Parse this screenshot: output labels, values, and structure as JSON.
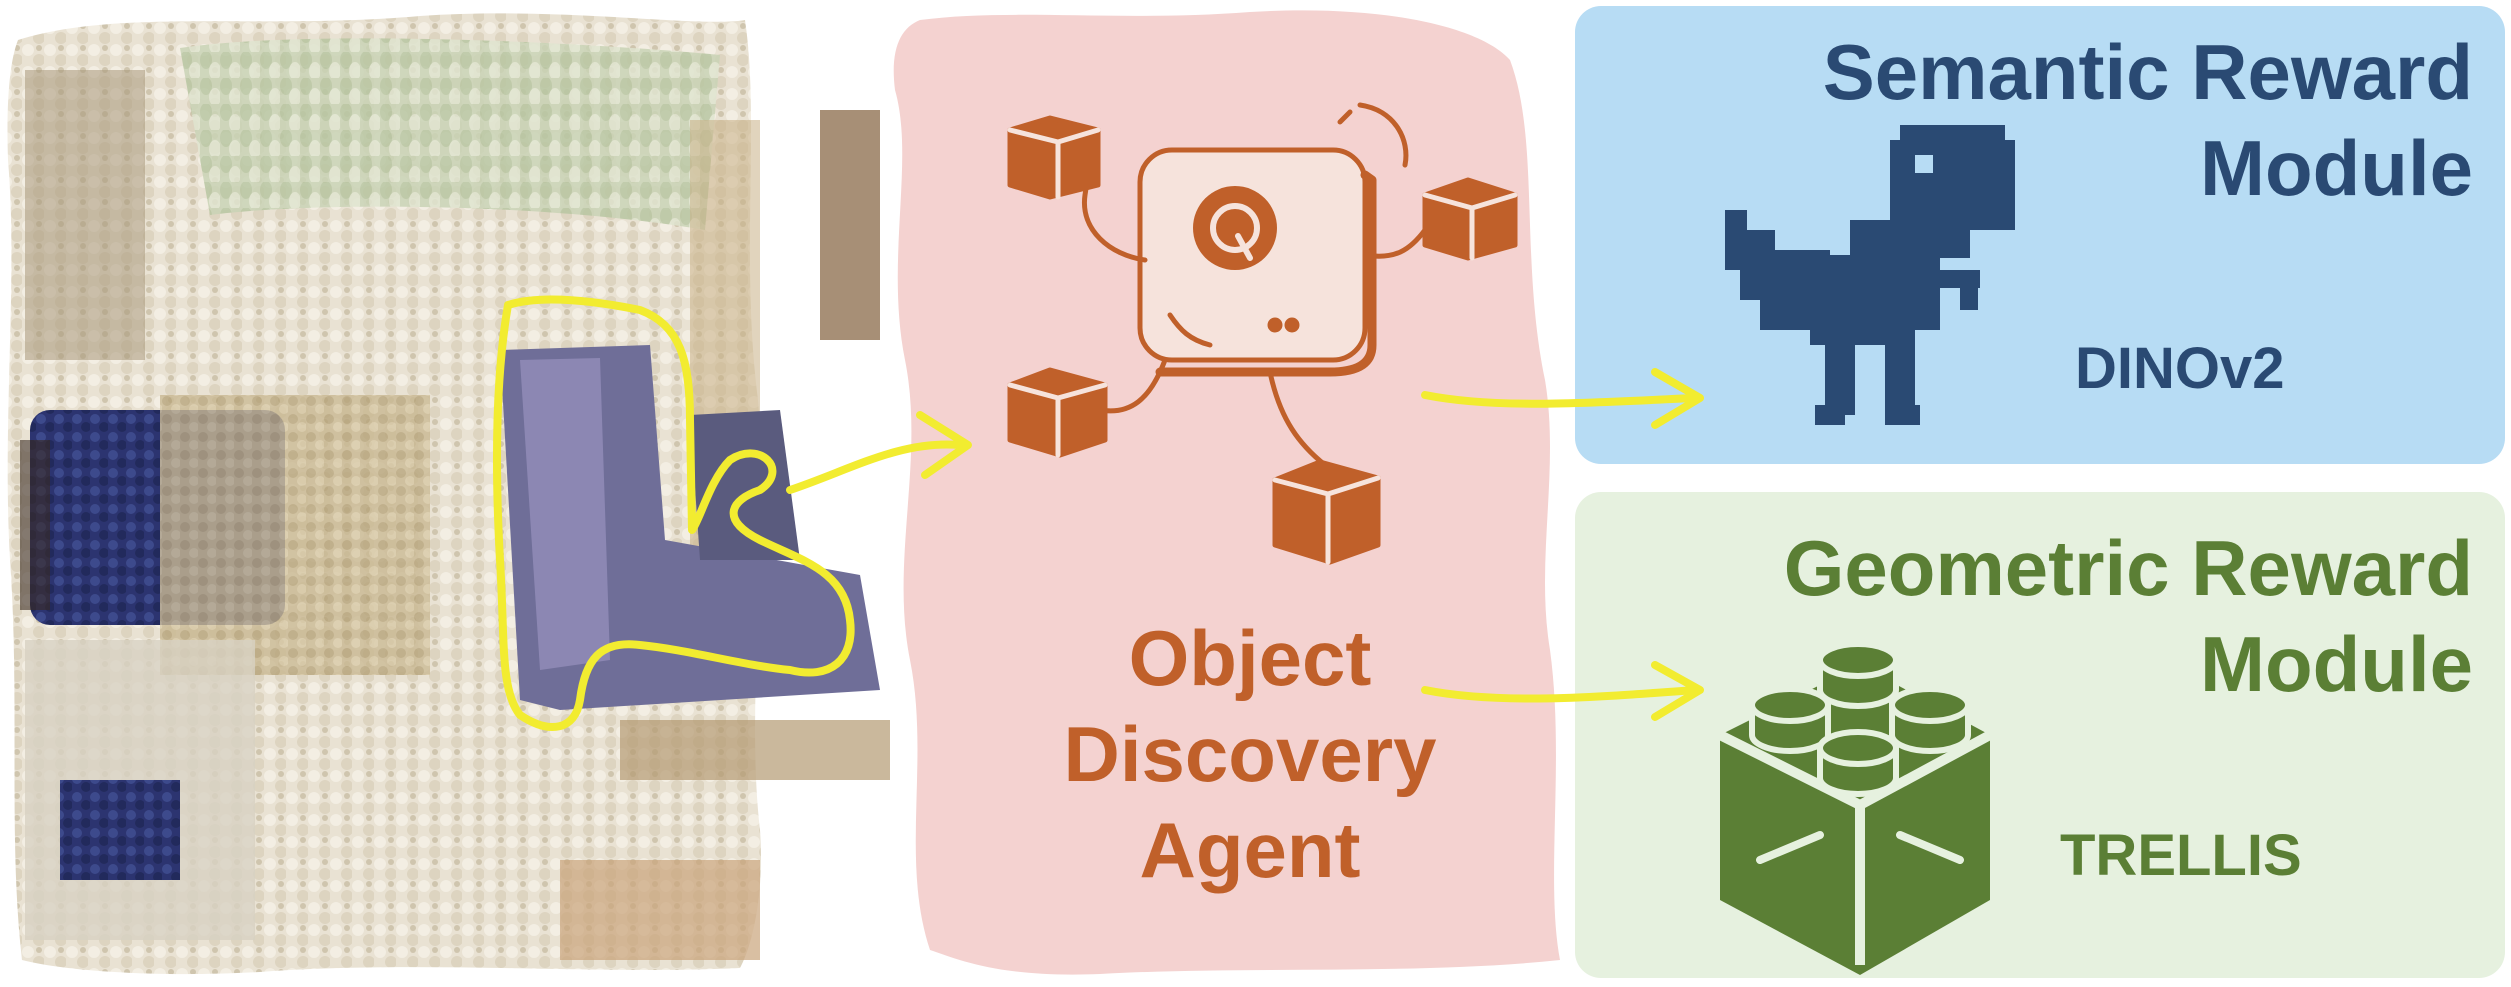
{
  "panels": {
    "semantic": {
      "title_line1": "Semantic Reward",
      "title_line2": "Module",
      "model": "DINOv2",
      "bg": "#b7dcf4",
      "fg": "#2a4a73",
      "icon": "pixel-dinosaur-icon"
    },
    "geometric": {
      "title_line1": "Geometric Reward",
      "title_line2": "Module",
      "model": "TRELLIS",
      "bg": "#e6f1df",
      "fg": "#5b7f35",
      "icon": "lego-brick-icon"
    },
    "agent": {
      "line1": "Object",
      "line2": "Discovery",
      "line3": "Agent",
      "bg": "#f4d2d0",
      "fg": "#c0602a",
      "icon": "robot-juggling-cubes-icon"
    }
  },
  "scene": {
    "icon": "point-cloud-room-icon",
    "highlight_color": "#f2ec30"
  },
  "arrows": {
    "color": "#f2ec30"
  }
}
